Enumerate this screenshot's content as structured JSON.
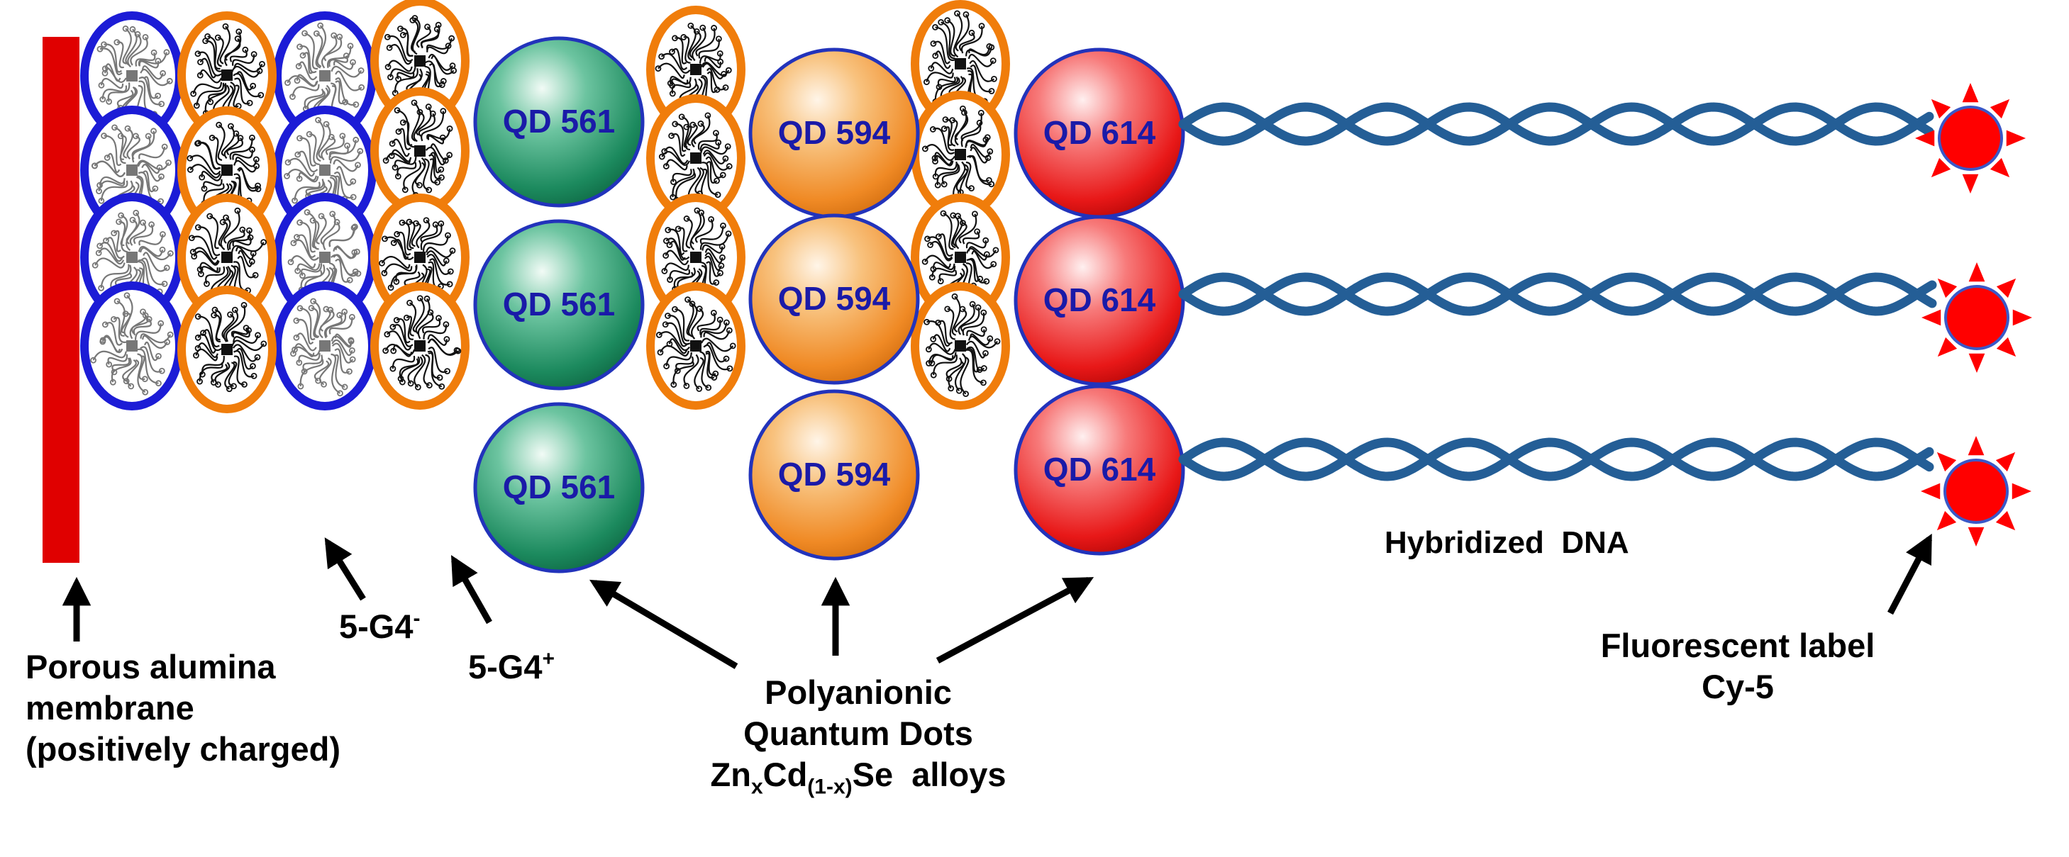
{
  "colors": {
    "membrane": "#e00000",
    "neg_dendrimer_ring": "#1c1cd6",
    "pos_dendrimer_ring": "#f07d0b",
    "qd561_fill": "#2a9a6e",
    "qd594_fill": "#f5a24a",
    "qd614_fill": "#f02a2a",
    "qd_outline": "#2233bb",
    "qd_text": "#1a1aa8",
    "dna": "#245e96",
    "fluor_label": "#ff0000"
  },
  "quantum_dots": {
    "qd561_label": "QD 561",
    "qd594_label": "QD 594",
    "qd614_label": "QD 614"
  },
  "labels": {
    "membrane_line1": "Porous alumina",
    "membrane_line2": "membrane",
    "membrane_line3": "(positively charged)",
    "g4_neg_base": "5-G4",
    "g4_neg_sup": "-",
    "g4_pos_base": "5-G4",
    "g4_pos_sup": "+",
    "qd_line1": "Polyanionic",
    "qd_line2": "Quantum Dots",
    "qd_line3_zn": "Zn",
    "qd_line3_x": "x",
    "qd_line3_cd": "Cd",
    "qd_line3_sub": "(1-x)",
    "qd_line3_rest": "Se  alloys",
    "dna": "Hybridized  DNA",
    "fluor_line1": "Fluorescent label",
    "fluor_line2": "Cy-5"
  }
}
